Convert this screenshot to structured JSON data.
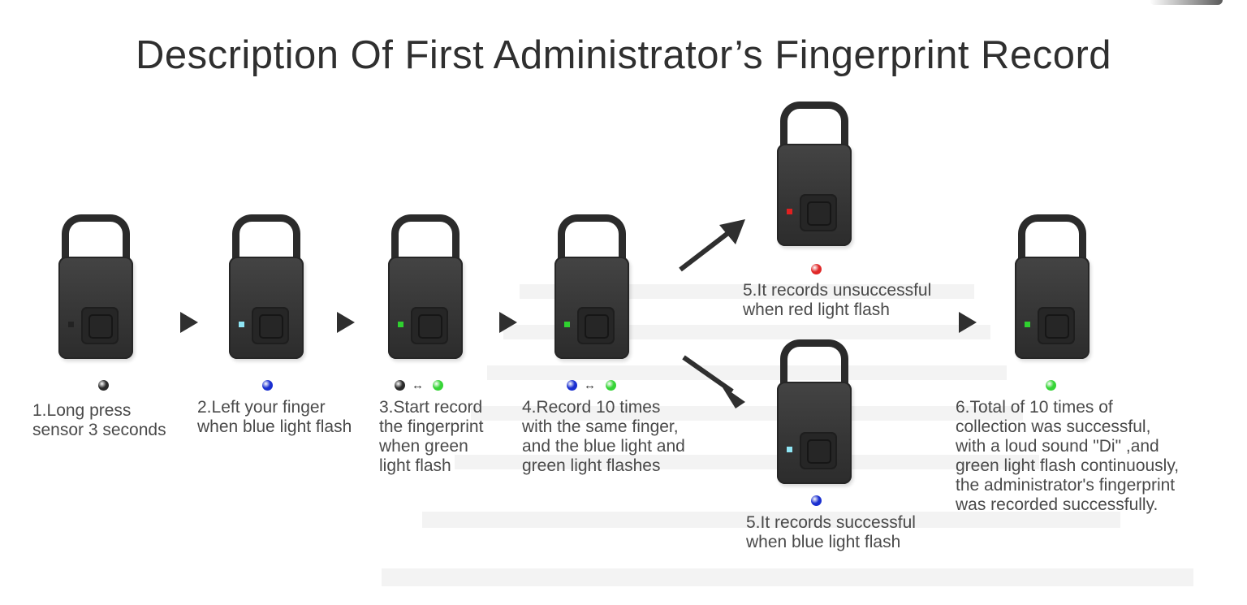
{
  "title": "Description Of First Administrator’s Fingerprint Record",
  "colors": {
    "black_led": "#222222",
    "blue_led": "#8fe6f5",
    "green_led": "#2fd12f",
    "red_led": "#e02020",
    "blue_ball": "#1a2fd0",
    "green_ball": "#36d436",
    "black_ball": "#2a2a2a",
    "red_ball": "#e02828"
  },
  "double_arrow_symbol": "↔",
  "steps": {
    "step1": {
      "caption": "1.Long press\nsensor 3 seconds",
      "led": "black",
      "indicator": [
        "black"
      ]
    },
    "step2": {
      "caption": "2.Left your finger\nwhen blue light flash",
      "led": "blue",
      "indicator": [
        "blue"
      ]
    },
    "step3": {
      "caption": "3.Start record\nthe fingerprint\nwhen green\nlight flash",
      "led": "green",
      "indicator": [
        "black",
        "green"
      ]
    },
    "step4": {
      "caption": "4.Record 10 times\nwith the same finger,\nand the blue light and\ngreen light flashes",
      "led": "green",
      "indicator": [
        "blue",
        "green"
      ]
    },
    "step5_fail": {
      "caption": "5.It records unsuccessful\nwhen red light flash",
      "led": "red",
      "indicator": [
        "red"
      ]
    },
    "step5_success": {
      "caption": "5.It records successful\nwhen blue light flash",
      "led": "blue",
      "indicator": [
        "blue"
      ]
    },
    "step6": {
      "caption": "6.Total of 10 times of\ncollection was successful,\nwith a loud sound \"Di\" ,and\ngreen light flash continuously,\nthe administrator's fingerprint\nwas recorded successfully.",
      "led": "green",
      "indicator": [
        "green"
      ]
    }
  }
}
